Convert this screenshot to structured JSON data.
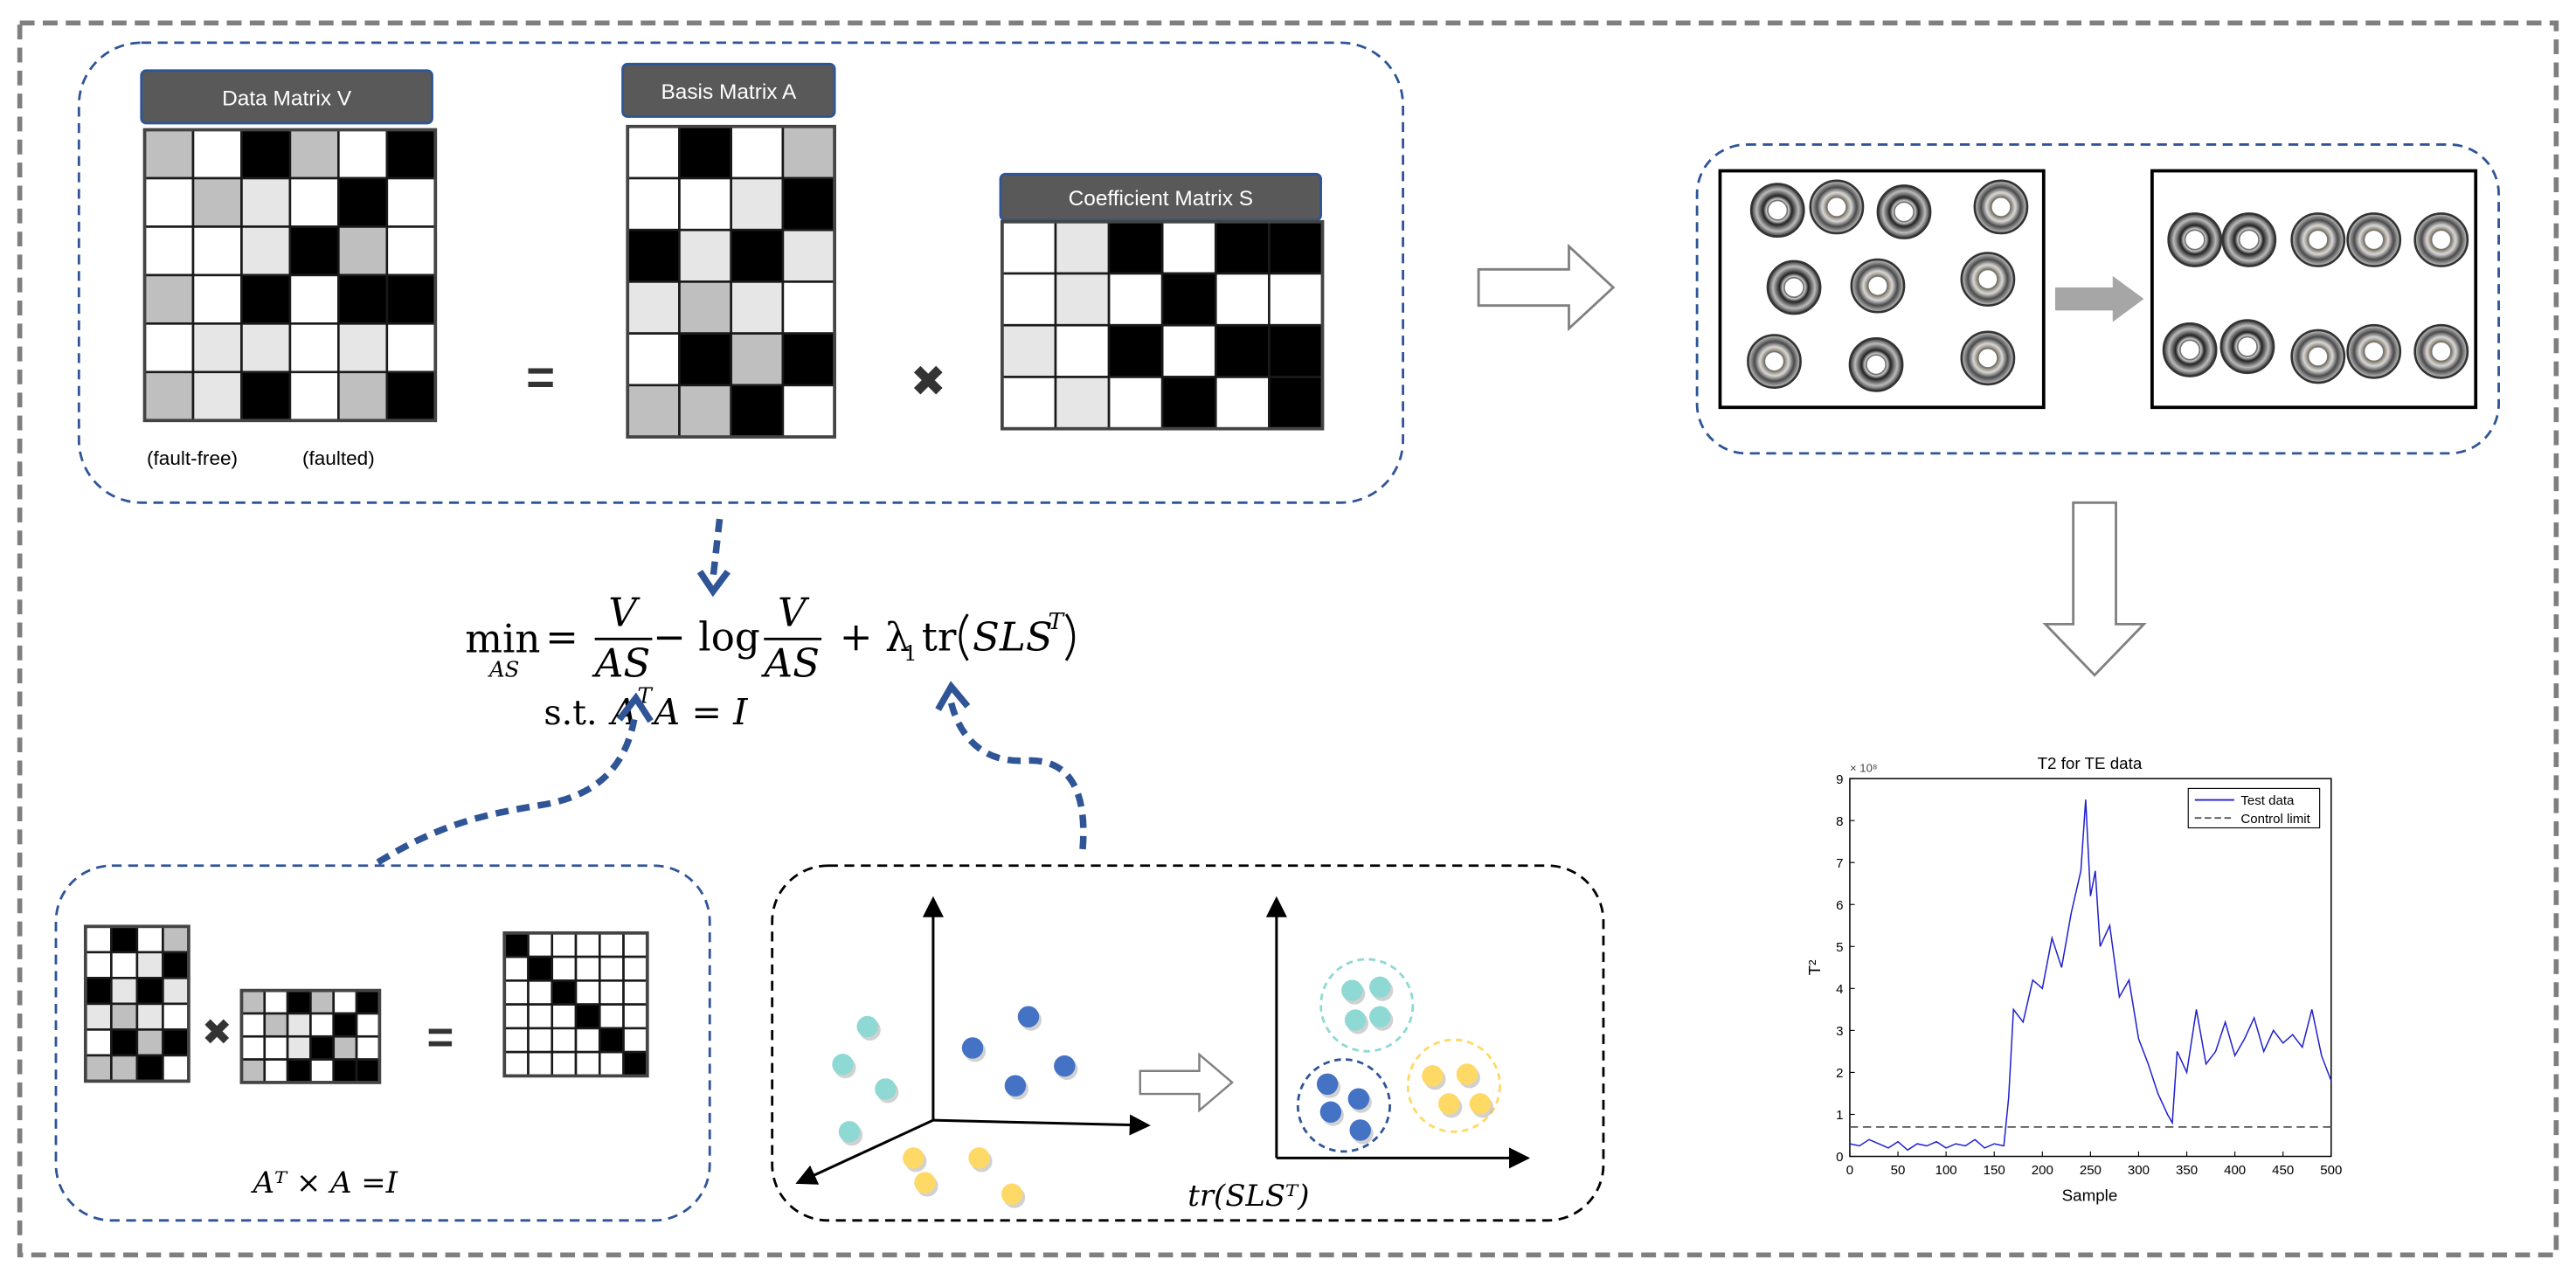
{
  "matrix_labels": {
    "data_matrix": "Data Matrix  V",
    "basis_matrix": "Basis Matrix A",
    "coefficient_matrix": "Coefficient Matrix S"
  },
  "operators": {
    "equals": "=",
    "times": "✖"
  },
  "captions": {
    "fault_free": "(fault-free)",
    "faulted": "(faulted)"
  },
  "formula": {
    "min": "min",
    "min_sub": "AS",
    "frac_num": "V",
    "frac_den": "AS",
    "minus_log": "− log",
    "plus_lambda": "+ λ",
    "lambda_sub": "1",
    "trace": "tr",
    "trace_arg": "SLS",
    "sup_t": "T",
    "st_label": "s.t.",
    "st_a": "A",
    "st_rest": "A = I"
  },
  "ortho_caption": "Aᵀ × A =I",
  "trace_caption": "tr(SLSᵀ)",
  "chart_data": {
    "type": "line",
    "title": "T2 for TE data",
    "xlabel": "Sample",
    "ylabel": "T²",
    "y_multiplier": "× 10⁸",
    "xlim": [
      0,
      500
    ],
    "ylim": [
      0,
      9
    ],
    "xticks": [
      0,
      50,
      100,
      150,
      200,
      250,
      300,
      350,
      400,
      450,
      500
    ],
    "yticks": [
      0,
      1,
      2,
      3,
      4,
      5,
      6,
      7,
      8,
      9
    ],
    "grid": false,
    "legend_position": "top-right",
    "series": [
      {
        "name": "Test data",
        "style": "solid",
        "color": "#1f1fd0",
        "x": [
          0,
          10,
          20,
          30,
          40,
          50,
          60,
          70,
          80,
          90,
          100,
          110,
          120,
          130,
          140,
          150,
          160,
          165,
          170,
          180,
          190,
          200,
          210,
          220,
          230,
          240,
          245,
          250,
          255,
          260,
          270,
          280,
          290,
          300,
          310,
          320,
          330,
          335,
          340,
          350,
          360,
          370,
          380,
          390,
          400,
          410,
          420,
          430,
          440,
          450,
          460,
          470,
          480,
          490,
          500
        ],
        "y": [
          0.3,
          0.25,
          0.4,
          0.3,
          0.2,
          0.35,
          0.15,
          0.3,
          0.25,
          0.35,
          0.2,
          0.3,
          0.25,
          0.4,
          0.2,
          0.3,
          0.25,
          1.4,
          3.5,
          3.2,
          4.2,
          4.0,
          5.2,
          4.5,
          5.8,
          6.8,
          8.5,
          6.2,
          6.8,
          5.0,
          5.5,
          3.8,
          4.2,
          2.8,
          2.2,
          1.5,
          1.0,
          0.8,
          2.5,
          2.0,
          3.5,
          2.2,
          2.5,
          3.2,
          2.4,
          2.8,
          3.3,
          2.5,
          3.0,
          2.7,
          2.9,
          2.6,
          3.5,
          2.4,
          1.8
        ]
      },
      {
        "name": "Control limit",
        "style": "dashed",
        "color": "#555555",
        "x": [
          0,
          500
        ],
        "y": [
          0.7,
          0.7
        ]
      }
    ]
  },
  "colors": {
    "frame": "#7f7f7f",
    "dash_blue": "#2f5597",
    "header_fill": "#595959",
    "cyan_dot": "#8fd9d4",
    "blue_dot": "#4472c4",
    "yellow_dot": "#ffd966",
    "arrow_gray": "#a6a6a6"
  }
}
